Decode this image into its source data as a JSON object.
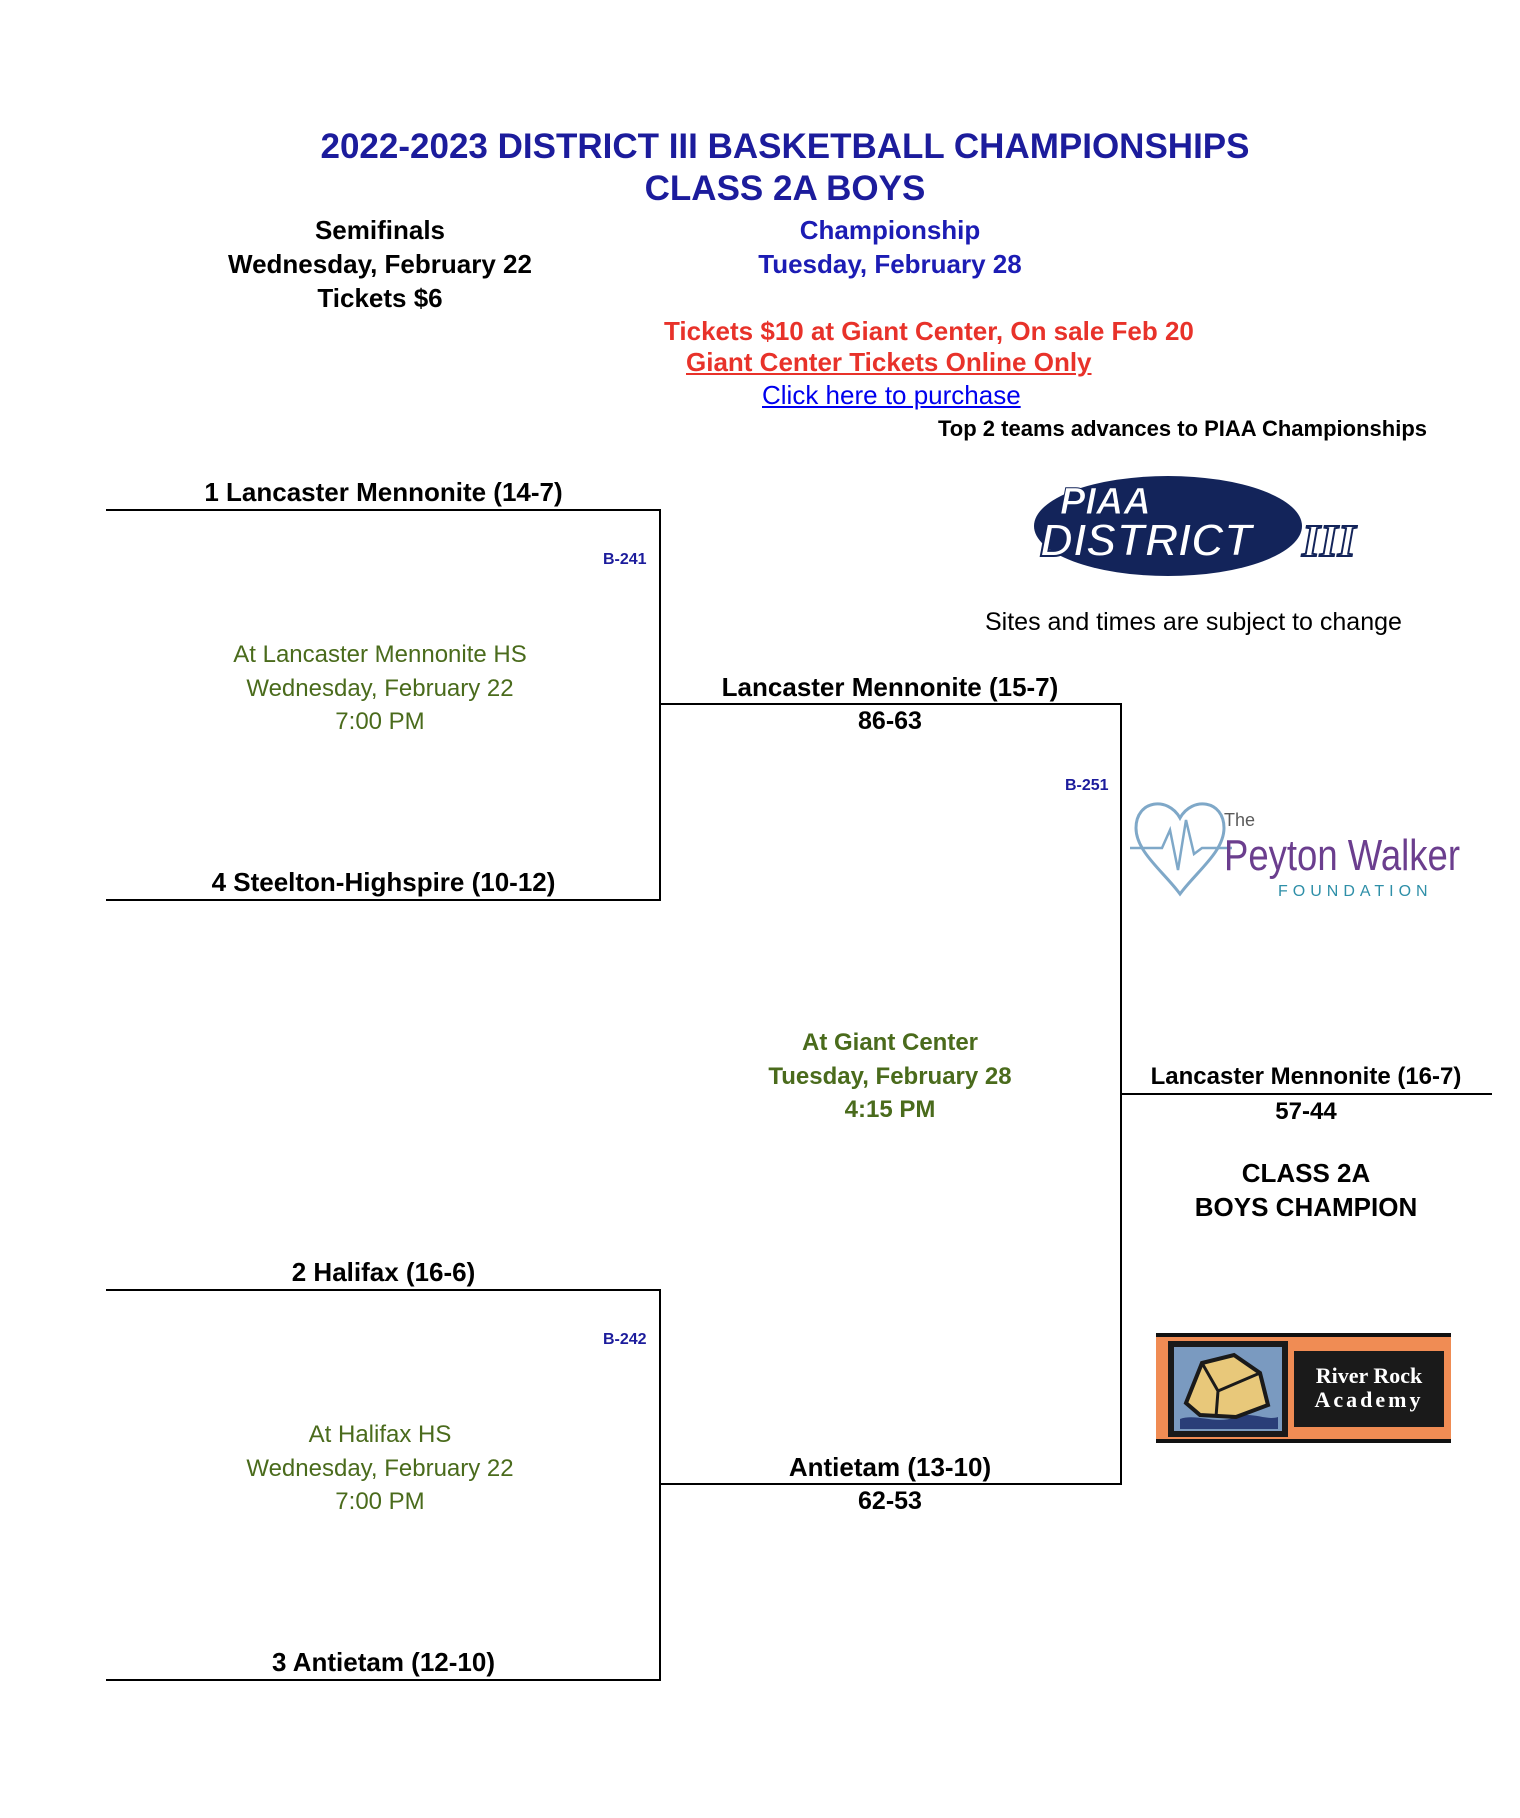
{
  "header": {
    "title_line1": "2022-2023 DISTRICT III BASKETBALL CHAMPIONSHIPS",
    "title_line2": "CLASS 2A BOYS"
  },
  "semifinals": {
    "label": "Semifinals",
    "date": "Wednesday, February 22",
    "tickets": "Tickets $6"
  },
  "championship": {
    "label": "Championship",
    "date": "Tuesday, February 28",
    "tickets": "Tickets $10 at Giant Center, On sale Feb 20",
    "online": "Giant Center Tickets Online Only",
    "purchase_link": "Click here to purchase",
    "advance_note": "Top 2 teams advances to PIAA Championships"
  },
  "sites_note": "Sites and times are subject to change",
  "bracket": {
    "seed1": "1  Lancaster Mennonite (14-7)",
    "seed4": "4  Steelton-Highspire (10-12)",
    "seed2": "2  Halifax (16-6)",
    "seed3": "3  Antietam (12-10)",
    "game1": {
      "id": "B-241",
      "site": "At Lancaster Mennonite HS",
      "date": "Wednesday, February 22",
      "time": "7:00 PM",
      "winner": "Lancaster Mennonite (15-7)",
      "score": "86-63"
    },
    "game2": {
      "id": "B-242",
      "site": "At Halifax HS",
      "date": "Wednesday, February 22",
      "time": "7:00 PM",
      "winner": "Antietam (13-10)",
      "score": "62-53"
    },
    "final": {
      "id": "B-251",
      "site": "At Giant Center",
      "date": "Tuesday, February 28",
      "time": "4:15 PM",
      "winner": "Lancaster Mennonite (16-7)",
      "score": "57-44",
      "champ_line1": "CLASS 2A",
      "champ_line2": "BOYS CHAMPION"
    }
  },
  "logos": {
    "piaa_line1": "PIAA",
    "piaa_line2": "DISTRICT",
    "piaa_numeral": "III",
    "peyton_the": "The",
    "peyton_name": "Peyton Walker",
    "peyton_sub": "FOUNDATION",
    "riverrock_line1": "River Rock",
    "riverrock_line2": "Academy"
  },
  "colors": {
    "title_blue": "#1c1c9c",
    "ticket_red": "#e8322a",
    "site_green": "#4a6b1c",
    "link_blue": "#0000ee"
  }
}
